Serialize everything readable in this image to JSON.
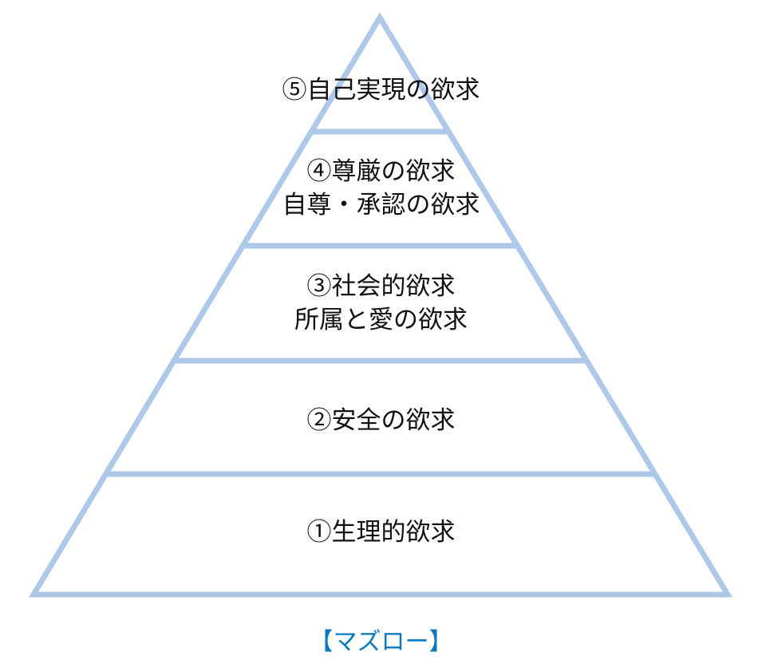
{
  "colors": {
    "pyramid_line": "#aec8e8",
    "caption": "#0b78c0"
  },
  "levels": [
    {
      "lines": [
        "⑤自己実現の欲求"
      ]
    },
    {
      "lines": [
        "④尊厳の欲求",
        "自尊・承認の欲求"
      ]
    },
    {
      "lines": [
        "③社会的欲求",
        "所属と愛の欲求"
      ]
    },
    {
      "lines": [
        "②安全の欲求"
      ]
    },
    {
      "lines": [
        "①生理的欲求"
      ]
    }
  ],
  "caption": "【マズロー】"
}
